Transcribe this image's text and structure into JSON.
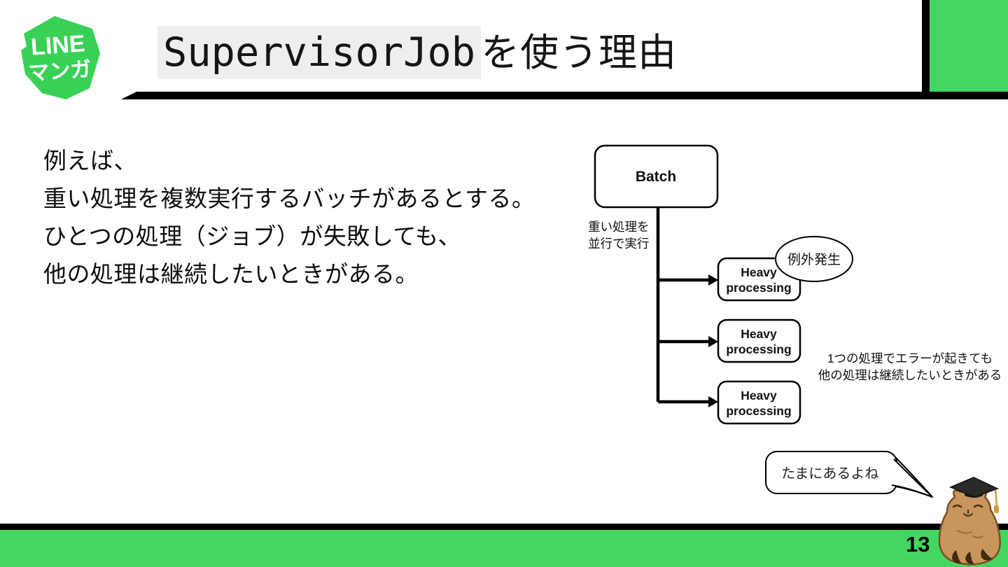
{
  "colors": {
    "accent_green": "#45d661",
    "logo_green": "#38d156",
    "title_highlight": "#eeeeee",
    "bar_black": "#000000"
  },
  "logo": {
    "line1": "LINE",
    "line2": "マンガ"
  },
  "title": {
    "code": "SupervisorJob",
    "rest": "を使う理由"
  },
  "body": {
    "lines": [
      "例えば、",
      "重い処理を複数実行するバッチがあるとする。",
      "ひとつの処理（ジョブ）が失敗しても、",
      "他の処理は継続したいときがある。"
    ]
  },
  "diagram": {
    "root_label": "Batch",
    "branch_label_line1": "重い処理を",
    "branch_label_line2": "並行で実行",
    "jobs": [
      {
        "line1": "Heavy",
        "line2": "processing"
      },
      {
        "line1": "Heavy",
        "line2": "processing"
      },
      {
        "line1": "Heavy",
        "line2": "processing"
      }
    ],
    "exception_label": "例外発生",
    "caption_line1": "1つの処理でエラーが起きても",
    "caption_line2": "他の処理は継続したいときがある"
  },
  "bubble": {
    "text": "たまにあるよね"
  },
  "footer": {
    "page_number": "13"
  }
}
